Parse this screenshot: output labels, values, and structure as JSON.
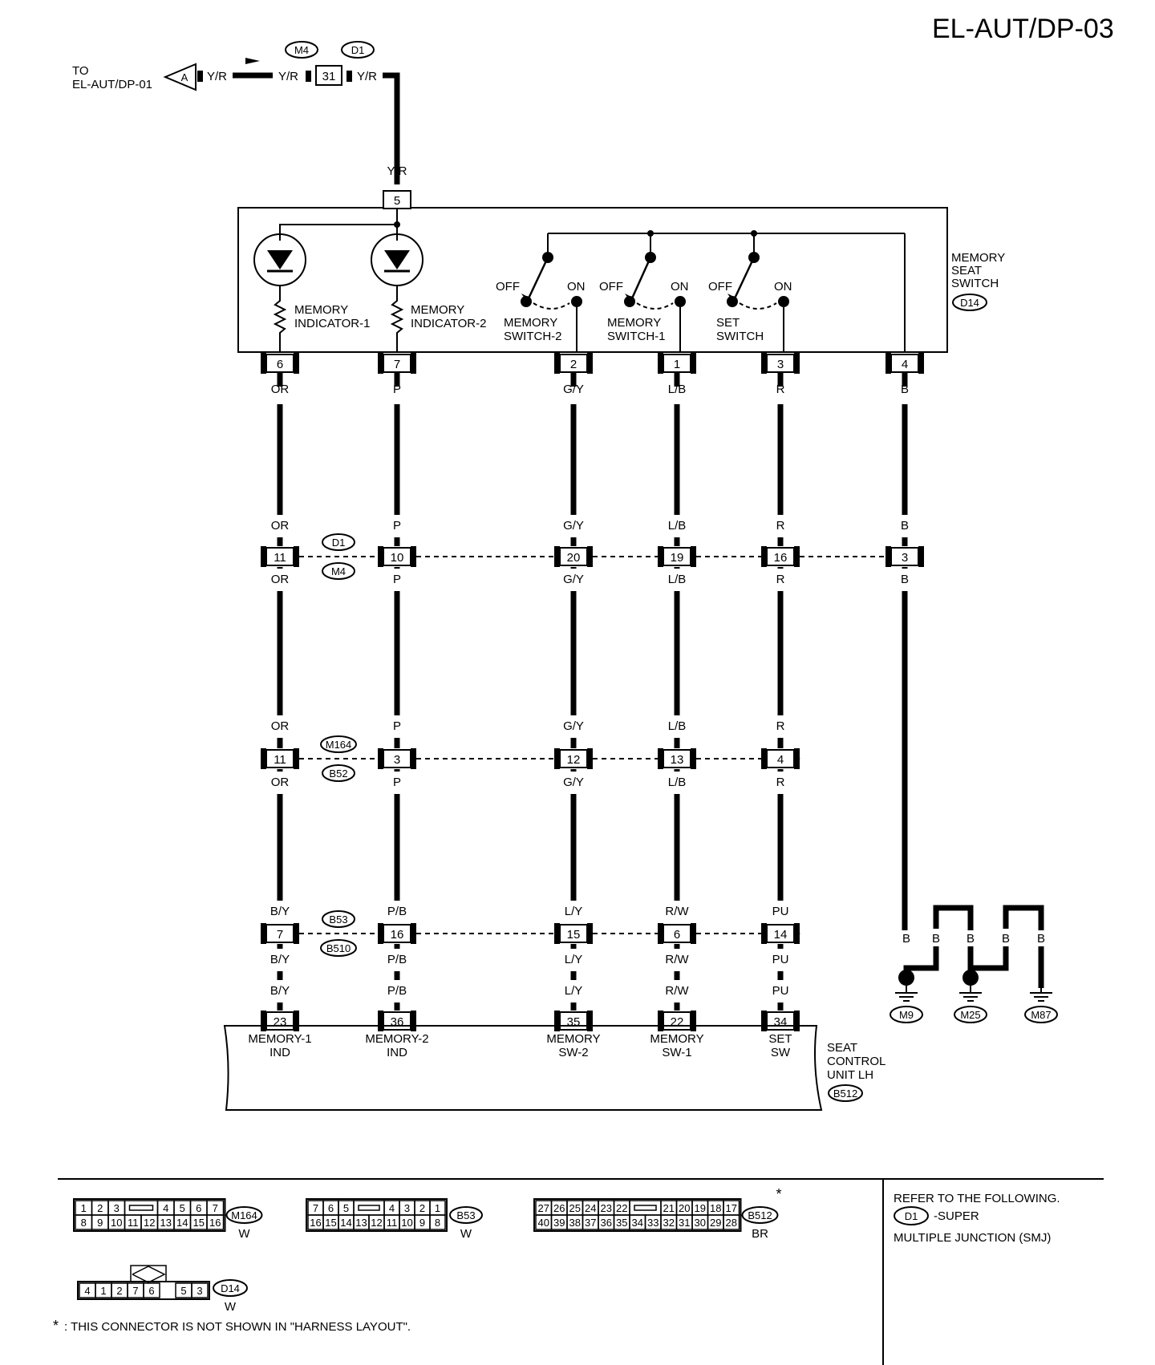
{
  "title": "EL-AUT/DP-03",
  "source": {
    "to_label": "TO",
    "to_ref": "EL-AUT/DP-01",
    "connector_letter": "A",
    "wire_color": "Y/R",
    "junction_top": "M4",
    "junction_bottom": "D1",
    "junction_pin": "31"
  },
  "switch_unit": {
    "name_lines": [
      "MEMORY",
      "SEAT",
      "SWITCH"
    ],
    "connector": "D14",
    "supply_pin": "5",
    "supply_wire": "Y/R",
    "indicator1_lines": [
      "MEMORY",
      "INDICATOR-1"
    ],
    "indicator2_lines": [
      "MEMORY",
      "INDICATOR-2"
    ],
    "off_label": "OFF",
    "on_label": "ON",
    "switches": [
      {
        "lines": [
          "MEMORY",
          "SWITCH-2"
        ]
      },
      {
        "lines": [
          "MEMORY",
          "SWITCH-1"
        ]
      },
      {
        "lines": [
          "SET",
          "SWITCH"
        ]
      }
    ]
  },
  "columns": [
    {
      "id": "c1",
      "d14_pin": "6",
      "wire_a": "OR",
      "jc1_pin": "11",
      "wire_b": "OR",
      "jc2_pin": "11",
      "wire_c": "OR",
      "jc3_pin": "7",
      "wire_d": "B/Y",
      "ecu_pin": "23",
      "ecu_label": [
        "MEMORY-1",
        "IND"
      ]
    },
    {
      "id": "c2",
      "d14_pin": "7",
      "wire_a": "P",
      "jc1_pin": "10",
      "wire_b": "P",
      "jc2_pin": "3",
      "wire_c": "P",
      "jc3_pin": "16",
      "wire_d": "P/B",
      "ecu_pin": "36",
      "ecu_label": [
        "MEMORY-2",
        "IND"
      ]
    },
    {
      "id": "c3",
      "d14_pin": "2",
      "wire_a": "G/Y",
      "jc1_pin": "20",
      "wire_b": "G/Y",
      "jc2_pin": "12",
      "wire_c": "G/Y",
      "jc3_pin": "15",
      "wire_d": "L/Y",
      "ecu_pin": "35",
      "ecu_label": [
        "MEMORY",
        "SW-2"
      ]
    },
    {
      "id": "c4",
      "d14_pin": "1",
      "wire_a": "L/B",
      "jc1_pin": "19",
      "wire_b": "L/B",
      "jc2_pin": "13",
      "wire_c": "L/B",
      "jc3_pin": "6",
      "wire_d": "R/W",
      "ecu_pin": "22",
      "ecu_label": [
        "MEMORY",
        "SW-1"
      ]
    },
    {
      "id": "c5",
      "d14_pin": "3",
      "wire_a": "R",
      "jc1_pin": "16",
      "wire_b": "R",
      "jc2_pin": "4",
      "wire_c": "R",
      "jc3_pin": "14",
      "wire_d": "PU",
      "ecu_pin": "34",
      "ecu_label": [
        "SET",
        "SW"
      ]
    }
  ],
  "ground_column": {
    "d14_pin": "4",
    "wire": "B",
    "jc1_pin": "3"
  },
  "junctions": {
    "jc1": {
      "top": "D1",
      "bottom": "M4"
    },
    "jc2": {
      "top": "M164",
      "bottom": "B52"
    },
    "jc3": {
      "top": "B53",
      "bottom": "B510"
    }
  },
  "grounds": {
    "wire": "B",
    "labels": [
      "M9",
      "M25",
      "M87"
    ]
  },
  "ecu": {
    "name_lines": [
      "SEAT",
      "CONTROL",
      "UNIT LH"
    ],
    "connector": "B512"
  },
  "connectors": {
    "m164": {
      "top": [
        "1",
        "2",
        "3",
        "",
        "4",
        "5",
        "6",
        "7"
      ],
      "bottom": [
        "8",
        "9",
        "10",
        "11",
        "12",
        "13",
        "14",
        "15",
        "16"
      ],
      "id": "M164",
      "color": "W"
    },
    "b53": {
      "top": [
        "7",
        "6",
        "5",
        "",
        "4",
        "3",
        "2",
        "1"
      ],
      "bottom": [
        "16",
        "15",
        "14",
        "13",
        "12",
        "11",
        "10",
        "9",
        "8"
      ],
      "id": "B53",
      "color": "W"
    },
    "b512": {
      "top": [
        "27",
        "26",
        "25",
        "24",
        "23",
        "22",
        "",
        "21",
        "20",
        "19",
        "18",
        "17"
      ],
      "bottom": [
        "40",
        "39",
        "38",
        "37",
        "36",
        "35",
        "34",
        "33",
        "32",
        "31",
        "30",
        "29",
        "28"
      ],
      "id": "B512",
      "color": "BR",
      "star": "*"
    },
    "d14": {
      "cells": [
        "4",
        "1",
        "2",
        "7",
        "6",
        "",
        "5",
        "3"
      ],
      "id": "D14",
      "color": "W"
    }
  },
  "refer": {
    "line1": "REFER TO THE FOLLOWING.",
    "connector": "D1",
    "line2": "-SUPER",
    "line3": "MULTIPLE JUNCTION (SMJ)"
  },
  "footnote": {
    "star": "*",
    "text": ": THIS CONNECTOR IS NOT SHOWN IN \"HARNESS LAYOUT\"."
  }
}
